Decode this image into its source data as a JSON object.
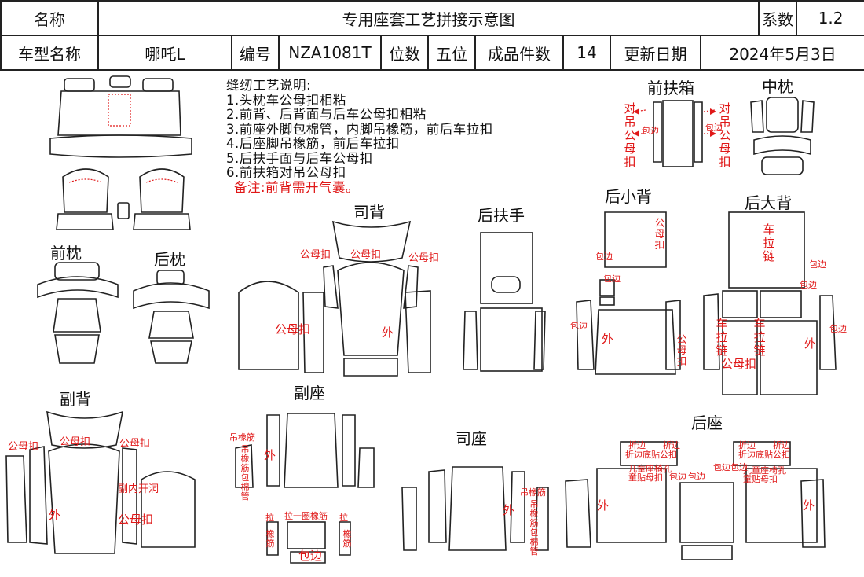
{
  "header": {
    "name_label": "名称",
    "title": "专用座套工艺拼接示意图",
    "coef_label": "系数",
    "coef_value": "1.2",
    "model_label": "车型名称",
    "model_value": "哪吒L",
    "code_label": "编号",
    "code_value": "NZA1081T",
    "seats_label": "位数",
    "seats_value": "五位",
    "pieces_label": "成品件数",
    "pieces_value": "14",
    "date_label": "更新日期",
    "date_value": "2024年5月3日"
  },
  "notes": {
    "title": "缝纫工艺说明:",
    "items": [
      "1.头枕车公母扣相粘",
      "2.前背、后背面与后车公母扣相粘",
      "3.前座外脚包棉管，内脚吊橡筋，前后车拉扣",
      "4.后座脚吊橡筋，前后车拉扣",
      "5.后扶手面与后车公母扣",
      "6.前扶箱对吊公母扣"
    ],
    "remark": "备注:前背需开气囊。"
  },
  "sections": {
    "front_pillow": "前枕",
    "rear_pillow": "后枕",
    "driver_back": "司背",
    "rear_armrest": "后扶手",
    "rear_small_back": "后小背",
    "rear_big_back": "后大背",
    "front_armbox": "前扶箱",
    "mid_pillow": "中枕",
    "passenger_back": "副背",
    "passenger_seat": "副座",
    "driver_seat": "司座",
    "rear_seat": "后座"
  },
  "labels": {
    "snap": "公母扣",
    "outer": "外",
    "wrap": "包边",
    "zipper_v": "车拉链",
    "hang_snap": "对吊公母扣",
    "hang_band": "吊橡筋",
    "pull": "拉",
    "pull_band": "拉一圈橡筋",
    "band": "橡筋",
    "band_wrap": "吊橡筋包棉管",
    "inner_pull": "副内开洞",
    "fold": "折边",
    "fold_paste": "折边底贴公扣",
    "child_hole": "儿童座椅孔",
    "paste_mother": "童贴母扣",
    "wrap_edge": "包边包边"
  }
}
